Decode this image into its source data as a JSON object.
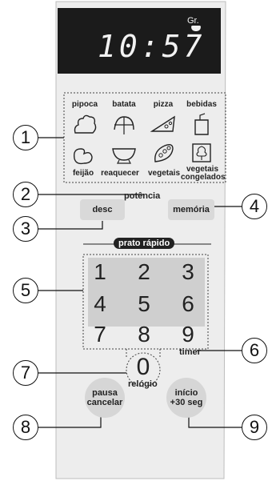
{
  "display": {
    "time": "10:57",
    "unit": "Gr."
  },
  "foods_top": [
    "pipoca",
    "batata",
    "pizza",
    "bebidas"
  ],
  "foods_bottom": [
    "feijão",
    "reaquecer",
    "vegetais",
    "vegetais congelados"
  ],
  "food_icons_top": [
    "popcorn-icon",
    "potato-icon",
    "pizza-icon",
    "beverage-icon"
  ],
  "food_icons_bottom": [
    "beans-icon",
    "bowl-icon",
    "vegetables-icon",
    "frozen-vegetables-icon"
  ],
  "buttons": {
    "potencia": "potência",
    "desc": "desc",
    "memoria": "memória",
    "prato_rapido": "prato rápido",
    "timer": "timer",
    "relogio": "relógio",
    "pausa": "pausa",
    "cancelar": "cancelar",
    "inicio": "início",
    "mais30": "+30 seg"
  },
  "keypad": [
    "1",
    "2",
    "3",
    "4",
    "5",
    "6",
    "7",
    "8",
    "9",
    "0"
  ],
  "callouts": [
    "1",
    "2",
    "3",
    "4",
    "5",
    "6",
    "7",
    "8",
    "9"
  ]
}
